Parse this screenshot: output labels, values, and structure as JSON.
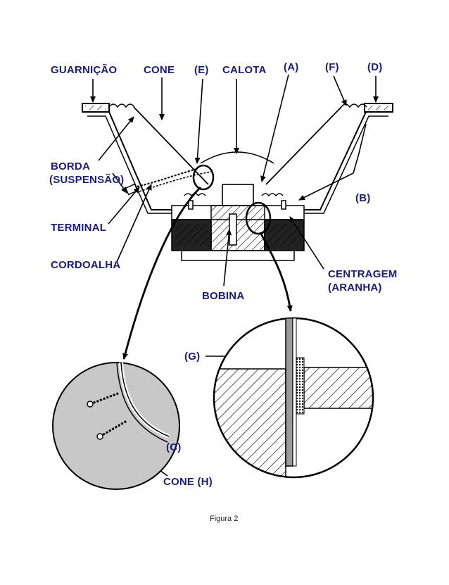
{
  "labels": {
    "guarnicao": "GUARNIÇÃO",
    "cone_top": "CONE",
    "e": "(E)",
    "calota": "CALOTA",
    "a": "(A)",
    "f": "(F)",
    "d": "(D)",
    "borda": "BORDA",
    "suspensao": "(SUSPENSÃO)",
    "b": "(B)",
    "terminal": "TERMINAL",
    "cordoalha": "CORDOALHA",
    "centragem": "CENTRAGEM",
    "aranha": "(ARANHA)",
    "bobina": "BOBINA",
    "g": "(G)",
    "c": "(C)",
    "cone_h": "CONE  (H)"
  },
  "caption": "Figura 2",
  "colors": {
    "label": "#1c1c78",
    "line": "#000000",
    "detail_fill": "#c8c8c8"
  }
}
